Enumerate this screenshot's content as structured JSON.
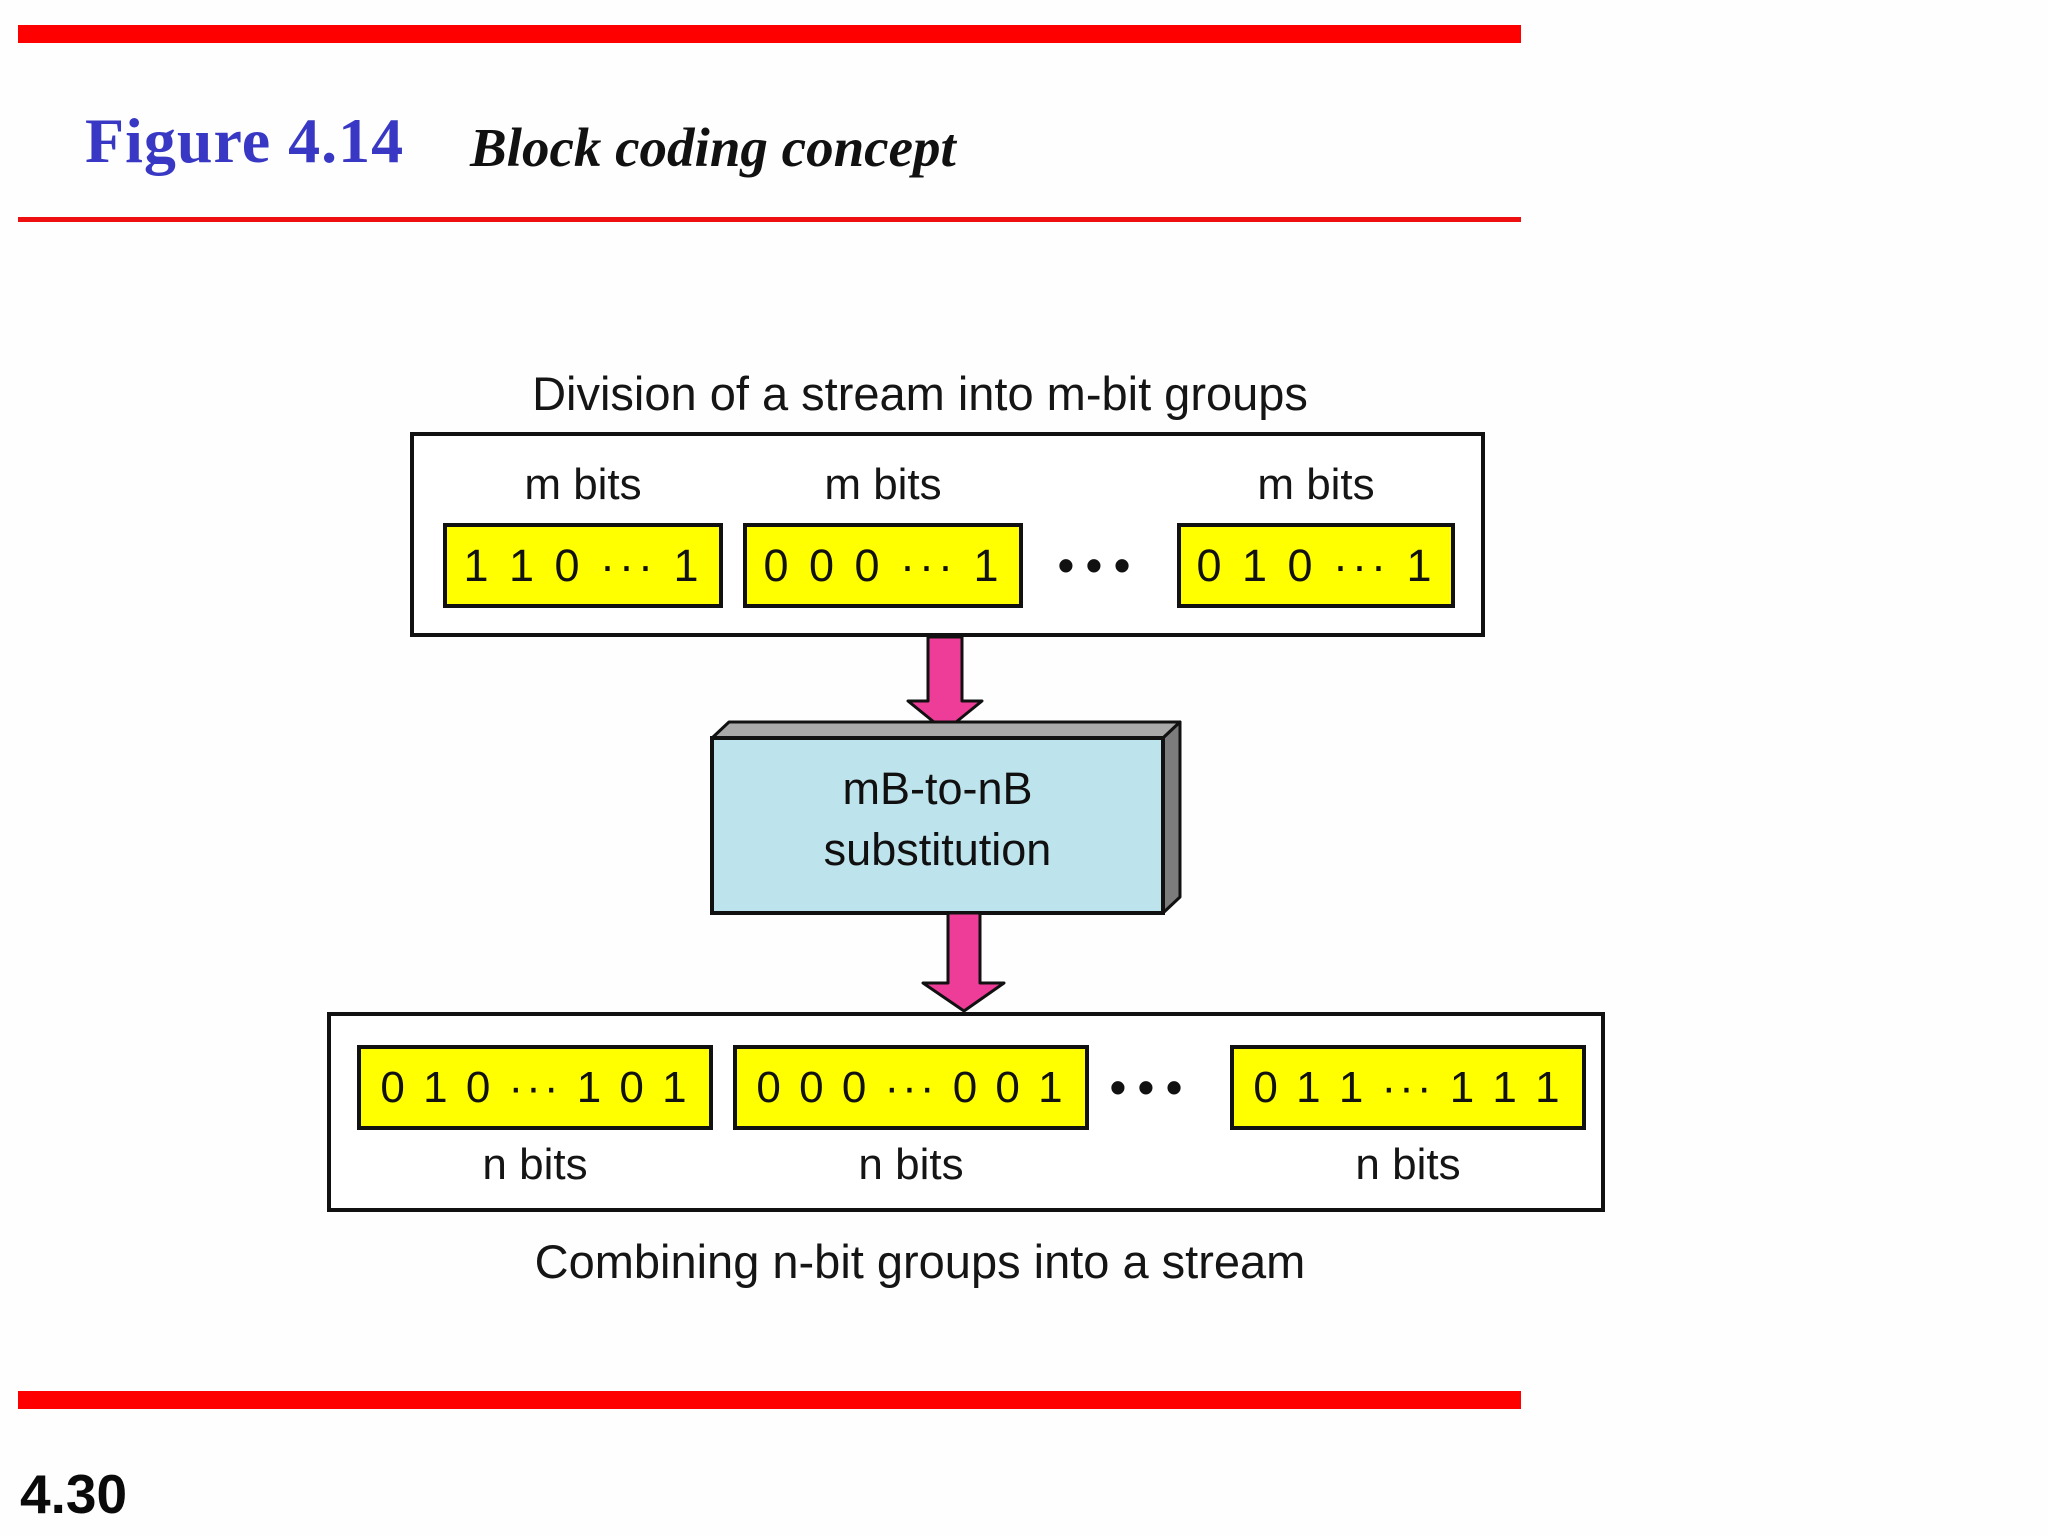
{
  "slide": {
    "figure_label": "Figure 4.14",
    "figure_title": "Block coding concept",
    "page_number": "4.30"
  },
  "diagram": {
    "top_caption": "Division of a stream into m-bit groups",
    "bottom_caption": "Combining n-bit groups into a stream",
    "processor": {
      "line1": "mB-to-nB",
      "line2": "substitution"
    },
    "top_row": {
      "bit_label": "m bits",
      "groups": [
        "1 1 0 ··· 1",
        "0 0 0 ··· 1",
        "0 1 0 ··· 1"
      ],
      "ellipsis": "•••"
    },
    "bottom_row": {
      "bit_label": "n bits",
      "groups": [
        "0 1 0 ··· 1 0 1",
        "0 0 0 ··· 0 0 1",
        "0 1 1 ··· 1 1 1"
      ],
      "ellipsis": "•••"
    }
  },
  "colors": {
    "red_bar": "#ff0000",
    "red_rule": "#ee1010",
    "title_blue": "#3838c4",
    "cell_yellow": "#ffff00",
    "arrow_pink": "#ee3d98",
    "proc_face": "#bde3ec",
    "proc_top": "#a9a9a9",
    "proc_side": "#7c7c7c"
  }
}
